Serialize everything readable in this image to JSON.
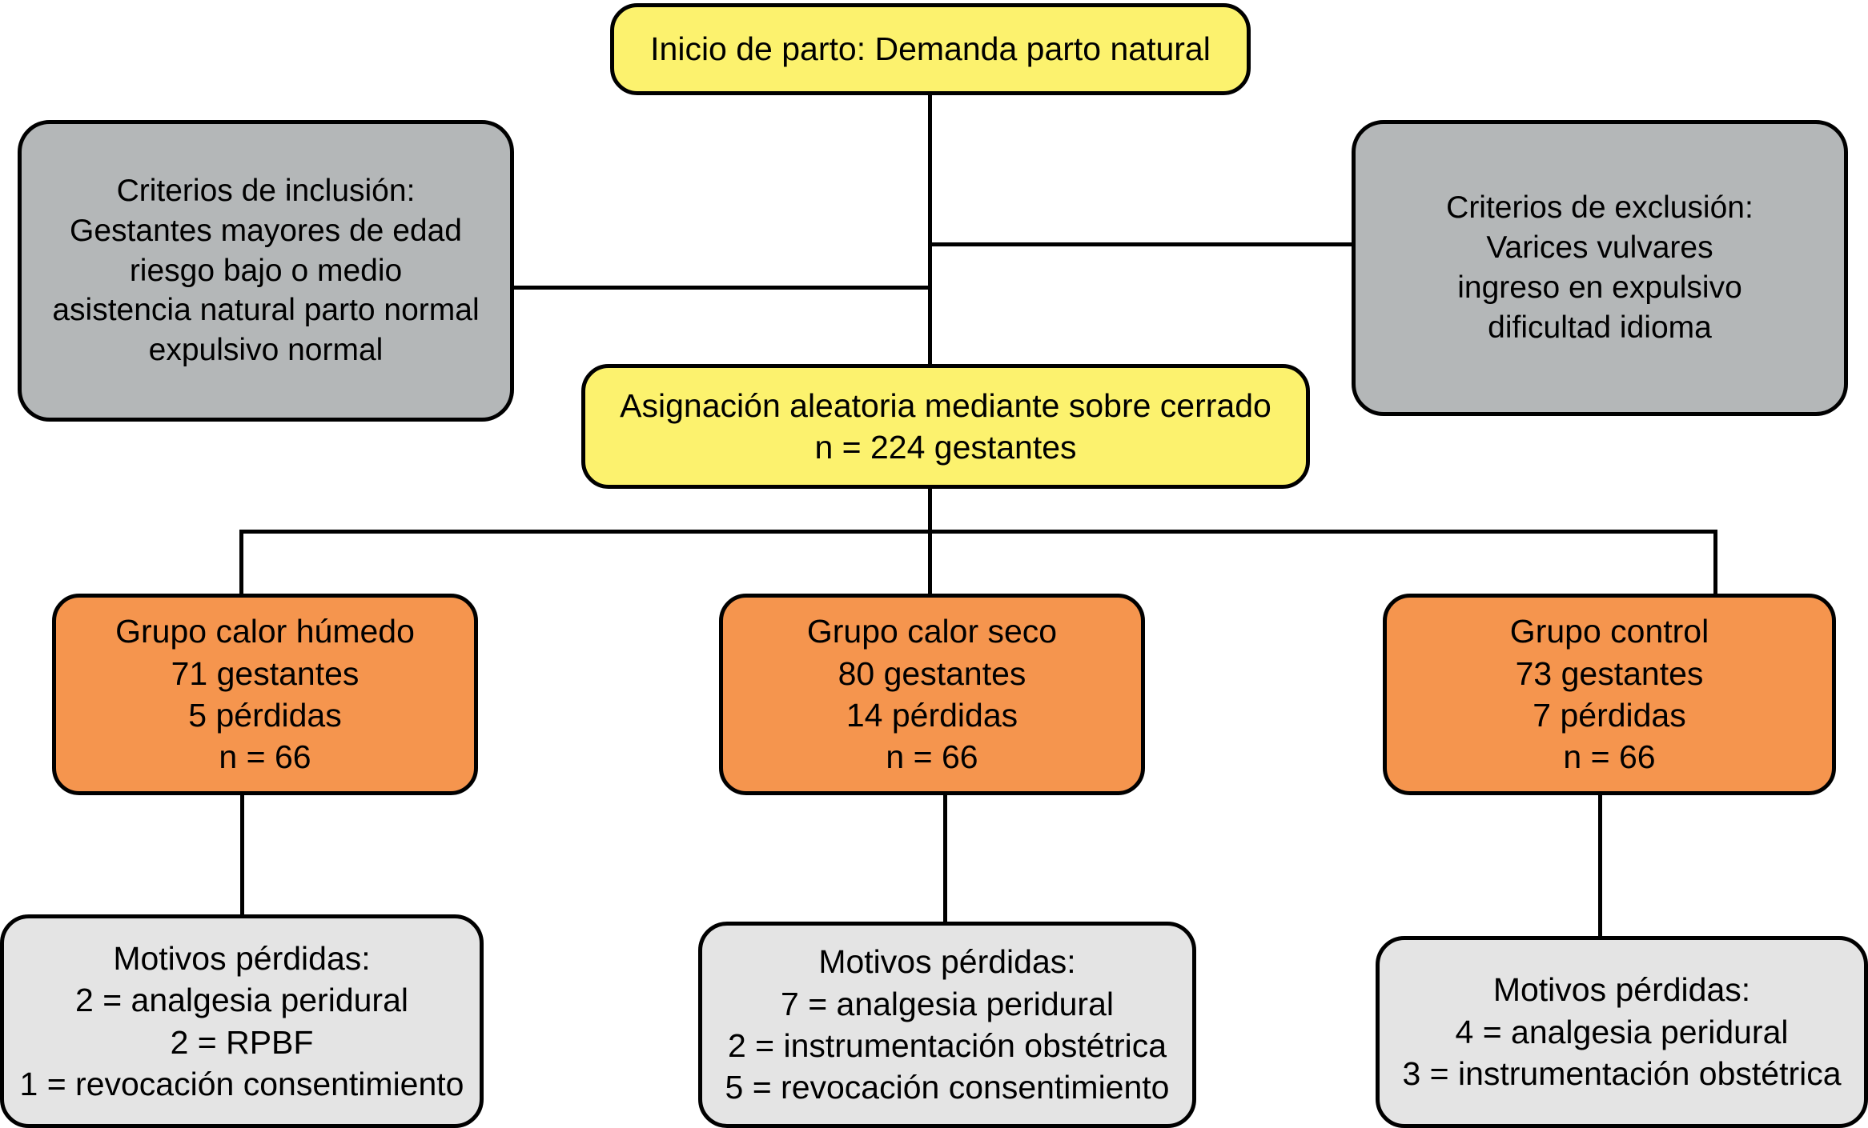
{
  "diagram": {
    "title": "Flujograma del ensayo clinico",
    "colors": {
      "start_fill": "#FCF26E",
      "criteria_fill": "#B4B7B8",
      "group_fill": "#F5954E",
      "loss_fill": "#E4E4E4",
      "stroke": "#000000",
      "background": "#FFFFFF"
    },
    "nodes": {
      "start": {
        "lines": [
          "Inicio de parto: Demanda parto natural"
        ]
      },
      "inclusion": {
        "lines": [
          "Criterios de inclusión:",
          "Gestantes mayores de edad",
          "riesgo bajo o medio",
          "asistencia natural parto normal",
          "expulsivo normal"
        ]
      },
      "exclusion": {
        "lines": [
          "Criterios de exclusión:",
          "Varices vulvares",
          "ingreso en expulsivo",
          "dificultad idioma"
        ]
      },
      "randomization": {
        "lines": [
          "Asignación aleatoria mediante sobre cerrado",
          "n = 224 gestantes"
        ]
      },
      "group_wet": {
        "lines": [
          "Grupo calor húmedo",
          "71 gestantes",
          "5 pérdidas",
          "n = 66"
        ]
      },
      "group_dry": {
        "lines": [
          "Grupo calor seco",
          "80 gestantes",
          "14 pérdidas",
          "n = 66"
        ]
      },
      "group_control": {
        "lines": [
          "Grupo control",
          "73 gestantes",
          "7 pérdidas",
          "n = 66"
        ]
      },
      "loss_wet": {
        "lines": [
          "Motivos pérdidas:",
          "2 = analgesia peridural",
          "2 = RPBF",
          "1 = revocación consentimiento"
        ]
      },
      "loss_dry": {
        "lines": [
          "Motivos pérdidas:",
          "7 = analgesia peridural",
          "2 = instrumentación obstétrica",
          "5 =  revocación consentimiento"
        ]
      },
      "loss_control": {
        "lines": [
          "Motivos pérdidas:",
          "4 = analgesia peridural",
          "3 = instrumentación obstétrica"
        ]
      }
    }
  }
}
